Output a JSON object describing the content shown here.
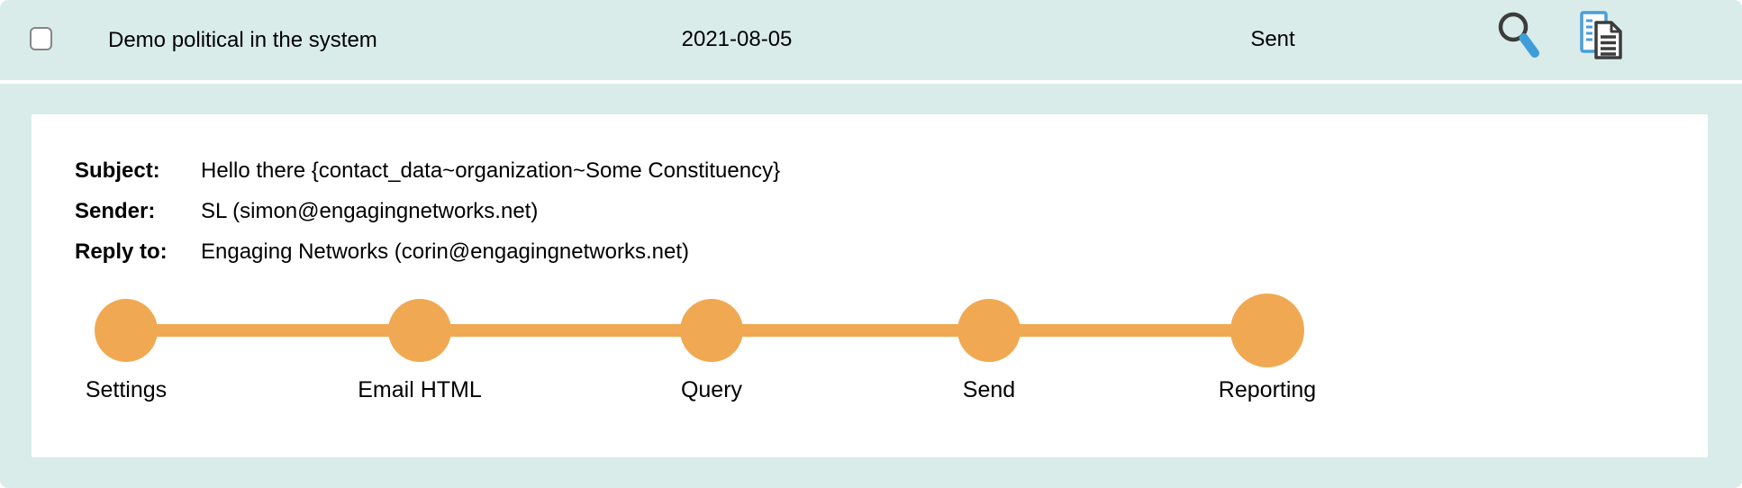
{
  "header": {
    "checkbox_checked": false,
    "title": "Demo political in the system",
    "date": "2021-08-05",
    "status": "Sent"
  },
  "details": {
    "rows": [
      {
        "label": "Subject:",
        "value": "Hello there {contact_data~organization~Some Constituency}"
      },
      {
        "label": "Sender:",
        "value": "SL (simon@engagingnetworks.net)"
      },
      {
        "label": "Reply to:",
        "value": "Engaging Networks (corin@engagingnetworks.net)"
      }
    ]
  },
  "stepper": {
    "steps": [
      {
        "label": "Settings"
      },
      {
        "label": "Email HTML"
      },
      {
        "label": "Query"
      },
      {
        "label": "Send"
      },
      {
        "label": "Reporting"
      }
    ]
  },
  "icons": {
    "search": "search-icon",
    "copy": "copy-icon"
  },
  "colors": {
    "header_bg": "#D9ECE9",
    "step_orange": "#F0A952",
    "icon_blue": "#3F9ED8",
    "icon_gray": "#3C3C3C"
  }
}
